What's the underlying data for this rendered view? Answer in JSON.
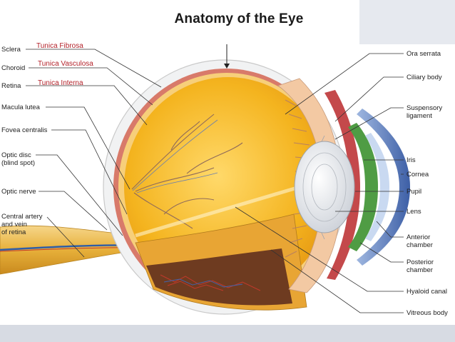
{
  "title": "Anatomy of the Eye",
  "tunics": [
    "Tunica Fibrosa",
    "Tunica Vasculosa",
    "Tunica Interna"
  ],
  "left_labels": [
    "Sclera",
    "Choroid",
    "Retina",
    "Macula lutea",
    "Fovea centralis",
    "Optic disc\n(blind spot)",
    "Optic nerve",
    "Central artery\nand vein\nof retina"
  ],
  "right_labels": [
    "Ora serrata",
    "Ciliary body",
    "Suspensory\nligament",
    "Iris",
    "Cornea",
    "Pupil",
    "Lens",
    "Anterior\nchamber",
    "Posterior\nchamber",
    "Hyaloid canal",
    "Vitreous body"
  ],
  "colors": {
    "tunic_text": "#b3222a",
    "vitreous": "#f2b21a",
    "sclera": "#eef0f2",
    "cornea": "#6f8fc9",
    "iris": "#4d9a3f",
    "optic_nerve": "#e8b23a"
  }
}
